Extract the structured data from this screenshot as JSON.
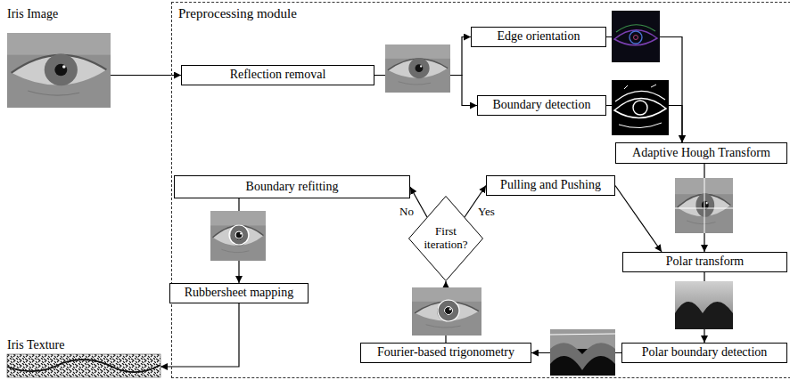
{
  "diagram": {
    "nodes": [
      {
        "text": [
          "Iris Image"
        ]
      },
      {
        "text": [
          "Preprocessing module"
        ]
      },
      {
        "text": [
          "Reflection removal"
        ],
        "in": 1
      },
      {
        "text": [
          "Edge orientation"
        ],
        "in": 1
      },
      {
        "text": [
          "Boundary detection"
        ],
        "in": 1
      },
      {
        "text": [
          "Adaptive Hough Transform"
        ],
        "in": 1
      },
      {
        "text": [
          "Polar transform"
        ],
        "in": 1
      },
      {
        "text": [
          "Polar boundary detection"
        ],
        "in": 1
      },
      {
        "text": [
          "Fourier-based trigonometry"
        ],
        "in": 1
      },
      {
        "text": [
          "First iteration?"
        ],
        "in": 1
      },
      {
        "text": [
          "Pulling and Pushing"
        ],
        "in": 1
      },
      {
        "text": [
          "Boundary refitting"
        ],
        "in": 1
      },
      {
        "text": [
          "Rubbersheet mapping"
        ],
        "in": 1
      },
      {
        "text": [
          "Iris Texture"
        ]
      }
    ],
    "edges": [
      {
        "from": 0,
        "to": 2,
        "arrow": "to"
      },
      {
        "from": 2,
        "to": 3,
        "arrow": "to"
      },
      {
        "from": 2,
        "to": 4,
        "arrow": "to"
      },
      {
        "from": 3,
        "to": 5,
        "arrow": "to"
      },
      {
        "from": 4,
        "to": 5,
        "arrow": "to"
      },
      {
        "from": 5,
        "to": 6,
        "arrow": "to"
      },
      {
        "from": 6,
        "to": 7,
        "arrow": "to"
      },
      {
        "from": 7,
        "to": 8,
        "arrow": "to"
      },
      {
        "from": 8,
        "to": 9,
        "arrow": "to"
      },
      {
        "from": 9,
        "to": 11,
        "label": "No",
        "arrow": "to"
      },
      {
        "from": 9,
        "to": 10,
        "label": "Yes",
        "arrow": "to"
      },
      {
        "from": 10,
        "to": 6,
        "arrow": "to"
      },
      {
        "from": 11,
        "to": 12,
        "arrow": "to"
      },
      {
        "from": 12,
        "to": 13,
        "arrow": "to"
      }
    ]
  }
}
